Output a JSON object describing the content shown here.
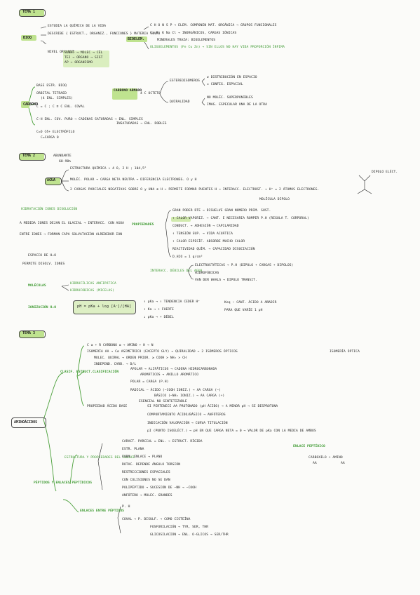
{
  "tema1": {
    "title": "TEMA 1",
    "bioq": "BIOQ",
    "bioq_lines": [
      "ESTUDIA LA QUÍMICA DE LA VIDA",
      "DESCRIBE { ESTRUCT., ORGANIZ., FUNCIONES } MATERIA VIVA"
    ],
    "niveles_label": "NIVEL ORGANIZ.",
    "niveles": [
      "SUBAT → MOLEC → CÉL",
      "TEJ → ORGANO → SIST",
      "AP → ORGANISMO"
    ],
    "bioelem_label": "BIOELEM.",
    "bioelem": [
      "C H O N S P → ELEM. COMPONEN MAT. ORGÁNICA → GRUPOS FUNCIONALES",
      "Ca Mg K Na Cl → INORGÁNICOS, CARGAS IÓNICAS",
      "MINERALES TRAZA: BIOELEMENTOS",
      "OLIGOELEMENTOS (Fe Cu Zn) → SIN ELLOS NO HAY VIDA  PROPORCIÓN ÍNFIMA"
    ],
    "carbono_label": "CARBONO",
    "carbono_lines": [
      "BASE ESTR. BIOQ",
      "ORBITAL TETRAED",
      "(4 ENL. SIMPLES)",
      "C = C ; C ≡ C   ENL. COVAL",
      "C-H ENL. COV. PURO → CADENAS SATURADAS → ENL. SIMPLES",
      "INSATURADAS → ENL. DOBLES",
      "C=O  Cδ+ ELECTRÓFILO",
      "C=CARGA Θ"
    ],
    "carbono_arom_label": "CARBONO ARMADO",
    "carbono_arom_sub": "4 C OCTETO",
    "estereo_label": "ESTEREOISÓMEROS",
    "estereo": [
      "≠ DISTRIBUCIÓN EN ESPACIO",
      "= CONFIG. ESPACIAL"
    ],
    "quiral_label": "QUIRALIDAD",
    "quiral": [
      "NO MOLÉC. SUPERPONIBLES",
      "IMAG. ESPECULAR UNA DE LA OTRA"
    ]
  },
  "tema2": {
    "title": "TEMA 2",
    "agua": "AGUA",
    "agua_top": [
      "ABUNDANTE",
      "60-90%"
    ],
    "agua_lines": [
      "ESTRUCTURA QUÍMICA → 4 O, 2 H ; 104,5°",
      "MOLÉC. POLAR → CARGA NETA NEUTRA → DIFERENCIA ELECTRONEG. O y H",
      "2 CARGAS PARCIALES NEGATIVAS SOBRE O y UNA ⊕ H → PERMITE FORMAR PUENTES H → INTERACC. ELECTROST. → H⁺ = 2 ÁTOMOS ELECTRONEG.",
      "MOLÉCULA DIPOLO"
    ],
    "dipolo_label": "DIPOLO ELÉCT.",
    "hidrat_label": "HIDRATACIÓN IONES DISOLUCIÓN",
    "hidrat": [
      "A MEDIDA IONES DEJAN EL GLACIAL → INTERACC. CON AGUA",
      "ENTRE IONES → FORMAN CAPA SOLVATACIÓN ALREDEDOR ION",
      "ESPACIO DE H₂O",
      "PERMITE DISOLV. IONES"
    ],
    "prop_label": "PROPIEDADES",
    "prop": [
      "GRAN PODER DTE → DISUELVE GRAN NÚMERO PRIM. SUST.",
      "↑ CALOR VAPORIZ. → CANT. E NECESARIA ROMPER P.H (REGULA T. CORPORAL)",
      "CONDUCT. → ADHESIÓN → CAPILARIDAD",
      "↑ TENSIÓN SUP. → VIDA ACUÁTICA",
      "↑ CALOR ESPECÍF. ABSORBE MUCHO CALOR",
      "REACTIVIDAD QUÍM. → CAPACIDAD DISOCIACIÓN",
      "D_H2O = 1 g/cm³"
    ],
    "inter_label": "INTERACC. DÉBILES DEL AGUA",
    "inter": [
      "ELECTROSTÁTICAS → P.H (DIPOLO + CARGAS + DIPOLOS)",
      "HIDROFÓBICAS",
      "VAN DER WAALS → DIPOLO TRANSIT."
    ],
    "molec_label": "MOLÉCULAS",
    "molec": [
      "HIDROFÍLICAS  ANFIPÁTICA",
      "HIDROFÓBICAS  (MICELAS)"
    ],
    "ioniz_label": "IONIZACIÓN H₂O",
    "ph_formula": "pH = pKa + log [A⁻]/[HA]",
    "pka": [
      "↑ pKa → ↑ TENDENCIA CEDER H⁺",
      "↑ Ka → + FUERTE",
      "↓ pKa → + DÉBIL"
    ],
    "ph_right": [
      "Keq : CANT. ÁCIDO A AÑADIR",
      "PARA QUE VARÍE 1 pH"
    ]
  },
  "tema3": {
    "title": "TEMA 3",
    "amino": "AMINOÁCIDOS",
    "clase_label": "CLASIF. ESTRUCT.",
    "top_lines": [
      "C α + R CARBONO α → AMINO + H → N",
      "ISOMERÍA AA → Cα ASIMÉTRICO (EXCEPTO GLY) → QUIRALIDAD → 2 ISÓMEROS ÓPTICOS",
      "MOLEC. QUIRAL → ORDEN PRIOR. ≥ COOH > NH₂ > CH",
      "INDEPEND. CARB. → D/L",
      "ISOMERÍA ÓPTICA"
    ],
    "clasif_label": "CLASIFICACIÓN",
    "clasif": [
      "APOLAR → ALIFÁTICOS → CADENA HIDROCARBONADA",
      "AROMÁTICOS → ANILLO AROMÁTICO",
      "POLAR = CARGA (P.H)",
      "RADICAL — ÁCIDO (−COOH IONIZ.) → AA CARGA (−)",
      "BÁSICO (−NH₂ IONIZ.) → AA CARGA (+)",
      "ESENCIAL NO SINTETIZABLE"
    ],
    "acido_label": "PROPIEDAD ÁCIDO BASE",
    "acido": [
      "SI PERTENECE AA PROTONADO (pH ÁCIDO) → A MENOR pH → SE DESPROTONA",
      "COMPORTAMIENTO ÁCIDO/BÁSICO → ANFÓTEROS",
      "INDICACIÓN VALORACIÓN → CURVA TITULACIÓN",
      "pI (PUNTO ISOELÉCT.) → pH EN QUE CARGA NETA = 0 → VALOR DE pKa CON LA MEDIA DE AMBOS"
    ],
    "peptido_label": "PÉPTIDOS Y ENLACES PEPTÍDICOS",
    "estruct_label": "ESTRUCTURA Y PROPIEDADES DEL ENLACE",
    "estruct": [
      "CARACT. PARCIAL = ENL. → ESTRUCT. RÍGIDA",
      "ESTR. PLANA",
      "FORM. ENLACE → PLANO",
      "ROTAC. DEPENDE ÁNGULO TORSIÓN",
      "RESTRICCIONES ESPACIALES",
      "CON COLISIONES NO SE DAN",
      "POLIPÉPTIDO → SUCESIÓN DE −NH → −COOH",
      "ANFÓTERO → MOLEC. GRANDES"
    ],
    "enlace_label": "ENLACE PEPTÍDICO",
    "enlace_eq": "CARBOXILO + AMINO",
    "enlace_sub": [
      "AA",
      "AA"
    ],
    "enlaces_label": "ENLACES ENTRE PÉPTIDOS",
    "enlaces": [
      "P. H",
      "COVAL → P. DISULF. → COMO CISTEÍNA",
      "FOSFORILACIÓN → TYR, SER, THR",
      "GLICOSILACIÓN → ENL. O-GLICOS → SER/THR"
    ]
  }
}
